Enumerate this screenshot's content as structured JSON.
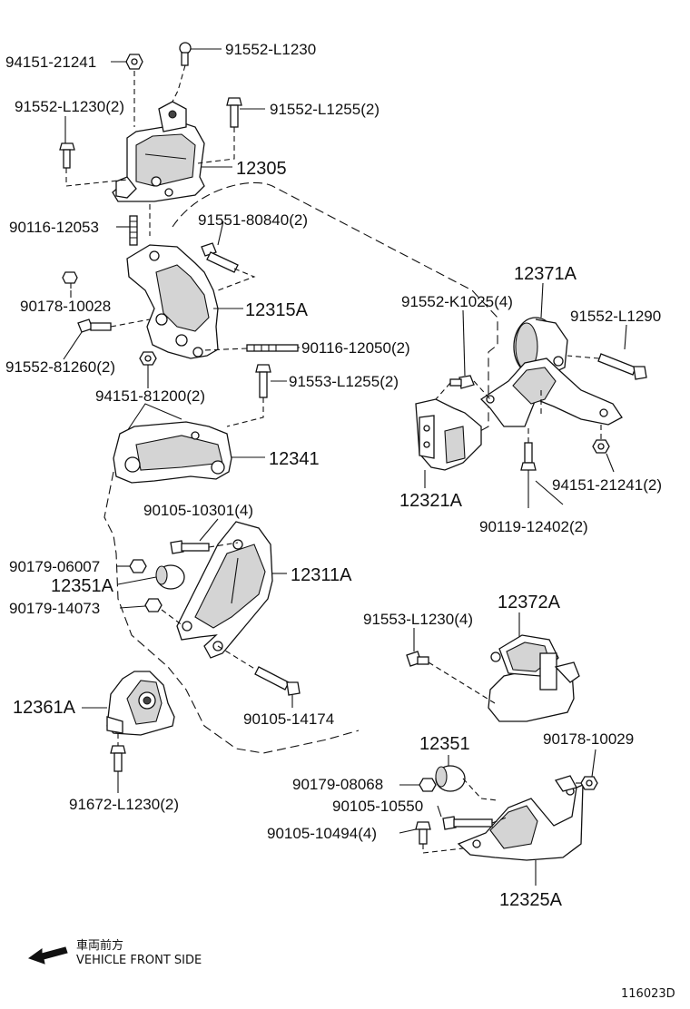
{
  "labels": {
    "p94151_21241": "94151-21241",
    "p91552_L1230": "91552-L1230",
    "p91552_L1230_2": "91552-L1230(2)",
    "p91552_L1255_2": "91552-L1255(2)",
    "p12305": "12305",
    "p90116_12053": "90116-12053",
    "p91551_80840_2": "91551-80840(2)",
    "p90178_10028": "90178-10028",
    "p12315A": "12315A",
    "p91552_81260_2": "91552-81260(2)",
    "p90116_12050_2": "90116-12050(2)",
    "p94151_81200_2": "94151-81200(2)",
    "p91553_L1255_2": "91553-L1255(2)",
    "p12341": "12341",
    "p90105_10301_4": "90105-10301(4)",
    "p90179_06007": "90179-06007",
    "p12351A": "12351A",
    "p12311A": "12311A",
    "p90179_14073": "90179-14073",
    "p12361A": "12361A",
    "p90105_14174": "90105-14174",
    "p91672_L1230_2": "91672-L1230(2)",
    "p12371A": "12371A",
    "p91552_K1025_4": "91552-K1025(4)",
    "p91552_L1290": "91552-L1290",
    "p94151_21241_2": "94151-21241(2)",
    "p12321A": "12321A",
    "p90119_12402_2": "90119-12402(2)",
    "p91553_L1230_4": "91553-L1230(4)",
    "p12372A": "12372A",
    "p12351": "12351",
    "p90178_10029": "90178-10029",
    "p90179_08068": "90179-08068",
    "p90105_10550": "90105-10550",
    "p90105_10494_4": "90105-10494(4)",
    "p12325A": "12325A"
  },
  "legend": {
    "jp_text": "車両前方",
    "en_text": "VEHICLE FRONT SIDE"
  },
  "figure_code": "116023D",
  "icons": {
    "front_arrow": "arrow-left-icon"
  }
}
